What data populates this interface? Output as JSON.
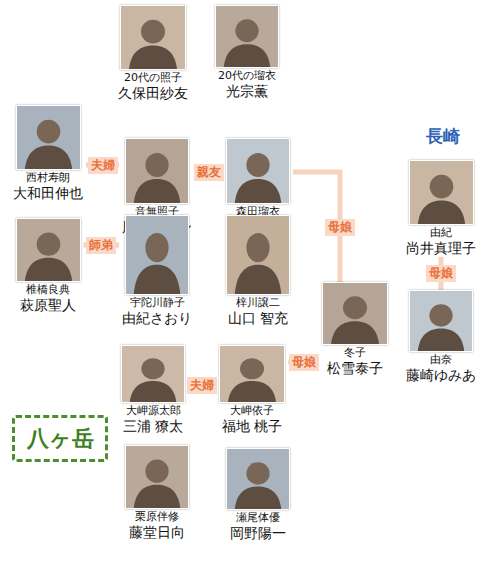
{
  "diagram": {
    "nodes": [
      {
        "text": [
          "20代の照子",
          "久保田紗友"
        ]
      },
      {
        "text": [
          "20代の瑠衣",
          "光宗薫"
        ]
      },
      {
        "text": [
          "西村寿朗",
          "大和田伸也"
        ]
      },
      {
        "text": [
          "八ヶ岳"
        ]
      },
      {
        "text": [
          "音無照子",
          "風吹ジュン"
        ],
        "in": 3
      },
      {
        "text": [
          "森田瑠衣",
          "夏木マリ"
        ],
        "in": 3
      },
      {
        "text": [
          "長崎"
        ]
      },
      {
        "text": [
          "由紀",
          "尚井真理子"
        ],
        "in": 6
      },
      {
        "text": [
          "椎橋良典",
          "萩原聖人"
        ]
      },
      {
        "text": [
          "宇陀川静子",
          "由紀さおり"
        ],
        "in": 3
      },
      {
        "text": [
          "梓川譲二",
          "山口 智充"
        ],
        "in": 3
      },
      {
        "text": [
          "冬子",
          "松雪泰子"
        ]
      },
      {
        "text": [
          "由奈",
          "藤崎ゆみあ"
        ],
        "in": 6
      },
      {
        "text": [
          "大岬源太郎",
          "三浦 獠太"
        ],
        "in": 3
      },
      {
        "text": [
          "大岬依子",
          "福地 桃子"
        ],
        "in": 3
      },
      {
        "text": [
          "栗原伴修",
          "藤堂日向"
        ],
        "in": 3
      },
      {
        "text": [
          "瀬尾体優",
          "岡野陽一"
        ],
        "in": 3
      }
    ],
    "edges": [
      {
        "from": 2,
        "to": 4,
        "label": "夫婦",
        "arrow": "none"
      },
      {
        "from": 4,
        "to": 5,
        "label": "親友",
        "arrow": "none"
      },
      {
        "from": 8,
        "to": 9,
        "label": "師弟",
        "arrow": "none"
      },
      {
        "from": 5,
        "to": 11,
        "label": "母娘",
        "arrow": "none"
      },
      {
        "from": 7,
        "to": 12,
        "label": "母娘",
        "arrow": "none"
      },
      {
        "from": 11,
        "to": 14,
        "label": "母娘",
        "arrow": "none"
      },
      {
        "from": 13,
        "to": 14,
        "label": "夫婦",
        "arrow": "none"
      }
    ]
  }
}
